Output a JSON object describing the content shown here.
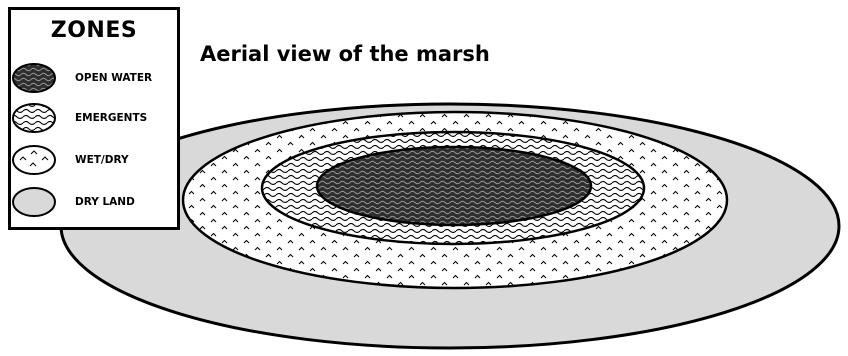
{
  "diagram": {
    "title": "Aerial view of the marsh"
  },
  "legend": {
    "title": "ZONES",
    "items": [
      {
        "label": "OPEN WATER",
        "pattern": "dense-wavy-dark"
      },
      {
        "label": "EMERGENTS",
        "pattern": "wavy-lines"
      },
      {
        "label": "WET/DRY",
        "pattern": "scattered-chevrons"
      },
      {
        "label": "DRY LAND",
        "pattern": "solid-light-gray"
      }
    ]
  },
  "colors": {
    "dry_land": "#d9d9d9",
    "outline": "#000000",
    "background": "#ffffff",
    "open_water_fill": "#3a3a3a"
  }
}
